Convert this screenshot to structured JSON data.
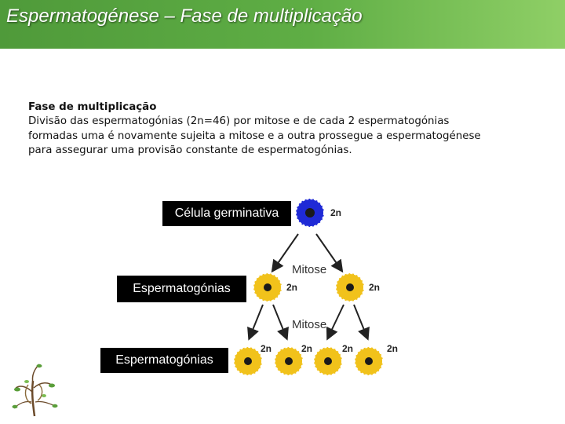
{
  "slide": {
    "title": "Espermatogénese – Fase de multiplicação"
  },
  "text": {
    "heading": "Fase de multiplicação",
    "paragraph": "Divisão das espermatogónias (2n=46) por mitose e de cada 2 espermatogónias\nformadas uma é novamente sujeita a mitose e a outra prossegue a espermatogénese\npara assegurar uma provisão constante de espermatogónias."
  },
  "diagram": {
    "labels": {
      "germ_cell": "Célula germinativa",
      "spermatogonia_1": "Espermatogónias",
      "spermatogonia_2": "Espermatogónias"
    },
    "mitosis_label": "Mitose",
    "ploidy_label": "2n",
    "colors": {
      "germ_cell_fill": "#1f2ad6",
      "spermatogonia_fill": "#f1c21b",
      "nucleus": "#1a1a1a",
      "label_box": "#000000",
      "title_bar": "#5fae45"
    }
  }
}
